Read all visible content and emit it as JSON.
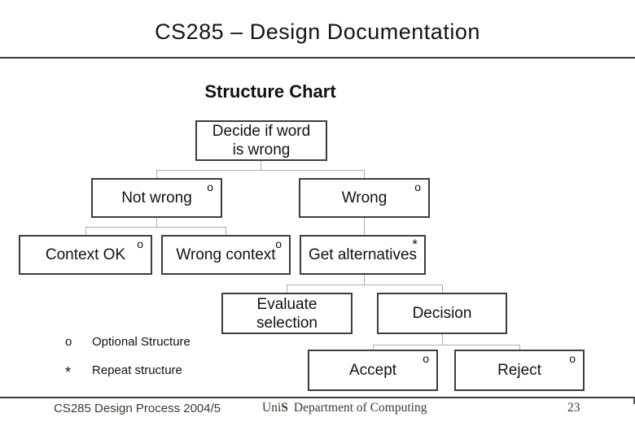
{
  "slide": {
    "title": "CS285 – Design Documentation",
    "heading": "Structure Chart"
  },
  "diagram": {
    "type": "structure-chart-tree",
    "nodes": [
      {
        "id": "decide",
        "label": "Decide if word\nis wrong",
        "marker": "",
        "parent": null
      },
      {
        "id": "not-wrong",
        "label": "Not wrong",
        "marker": "o",
        "parent": "decide"
      },
      {
        "id": "wrong",
        "label": "Wrong",
        "marker": "o",
        "parent": "decide"
      },
      {
        "id": "context-ok",
        "label": "Context OK",
        "marker": "o",
        "parent": "not-wrong"
      },
      {
        "id": "wrong-context",
        "label": "Wrong context",
        "marker": "o",
        "parent": "not-wrong"
      },
      {
        "id": "get-alternatives",
        "label": "Get alternatives",
        "marker": "*",
        "parent": "wrong"
      },
      {
        "id": "evaluate-selection",
        "label": "Evaluate\nselection",
        "marker": "",
        "parent": "get-alternatives"
      },
      {
        "id": "decision",
        "label": "Decision",
        "marker": "",
        "parent": "get-alternatives"
      },
      {
        "id": "accept",
        "label": "Accept",
        "marker": "o",
        "parent": "decision"
      },
      {
        "id": "reject",
        "label": "Reject",
        "marker": "o",
        "parent": "decision"
      }
    ]
  },
  "legend": {
    "items": [
      {
        "symbol": "o",
        "label": "Optional Structure"
      },
      {
        "symbol": "*",
        "label": "Repeat structure"
      }
    ]
  },
  "footer": {
    "left": "CS285 Design Process 2004/5",
    "brand_prefix": "Uni",
    "brand_suffix": "S",
    "department": "Department of Computing",
    "page": "23"
  },
  "colors": {
    "box_border": "#3d3d3d",
    "connector": "#aeaeae",
    "text": "#111111",
    "footer_text": "#3b3b33"
  }
}
